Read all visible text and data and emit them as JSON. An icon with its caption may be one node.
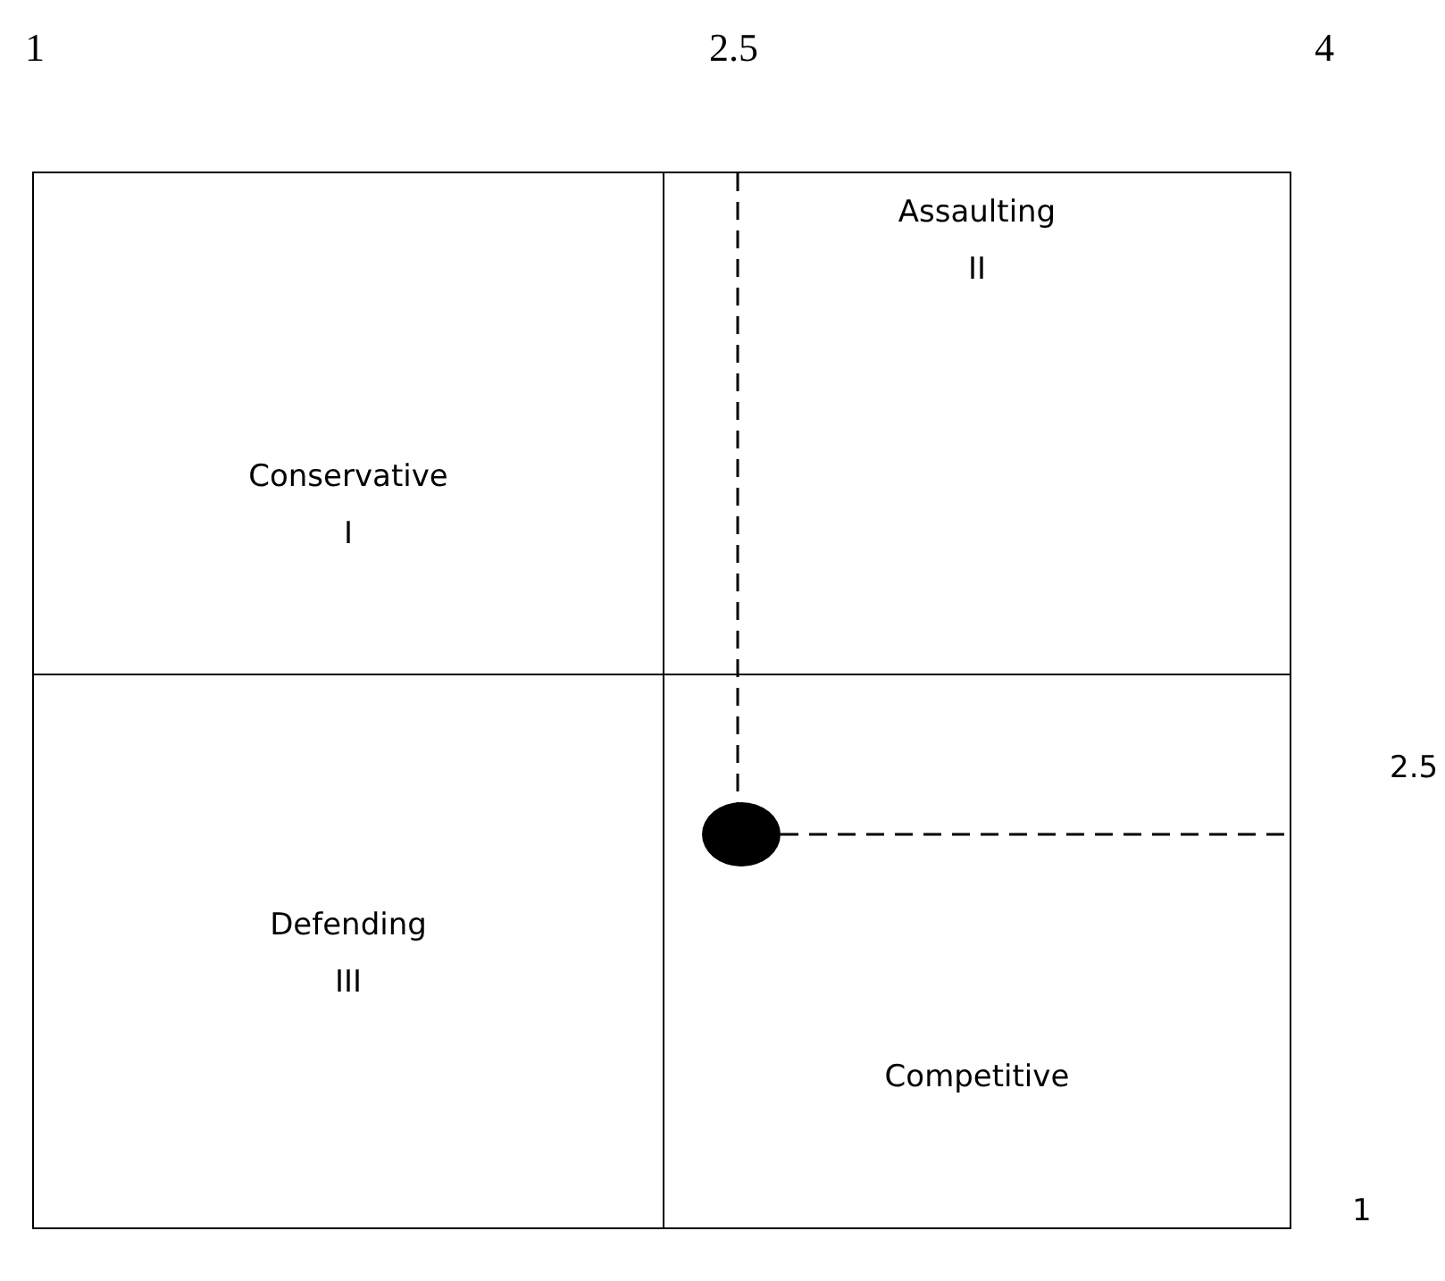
{
  "diagram": {
    "nodes": [
      {
        "text": [
          "Conservative",
          "I"
        ]
      },
      {
        "text": [
          "Assaulting",
          "II"
        ]
      },
      {
        "text": [
          "Defending",
          "III"
        ]
      },
      {
        "text": [
          "Competitive"
        ]
      }
    ],
    "labels": [
      "1",
      "2.5",
      "4",
      "2.5",
      "1"
    ]
  }
}
